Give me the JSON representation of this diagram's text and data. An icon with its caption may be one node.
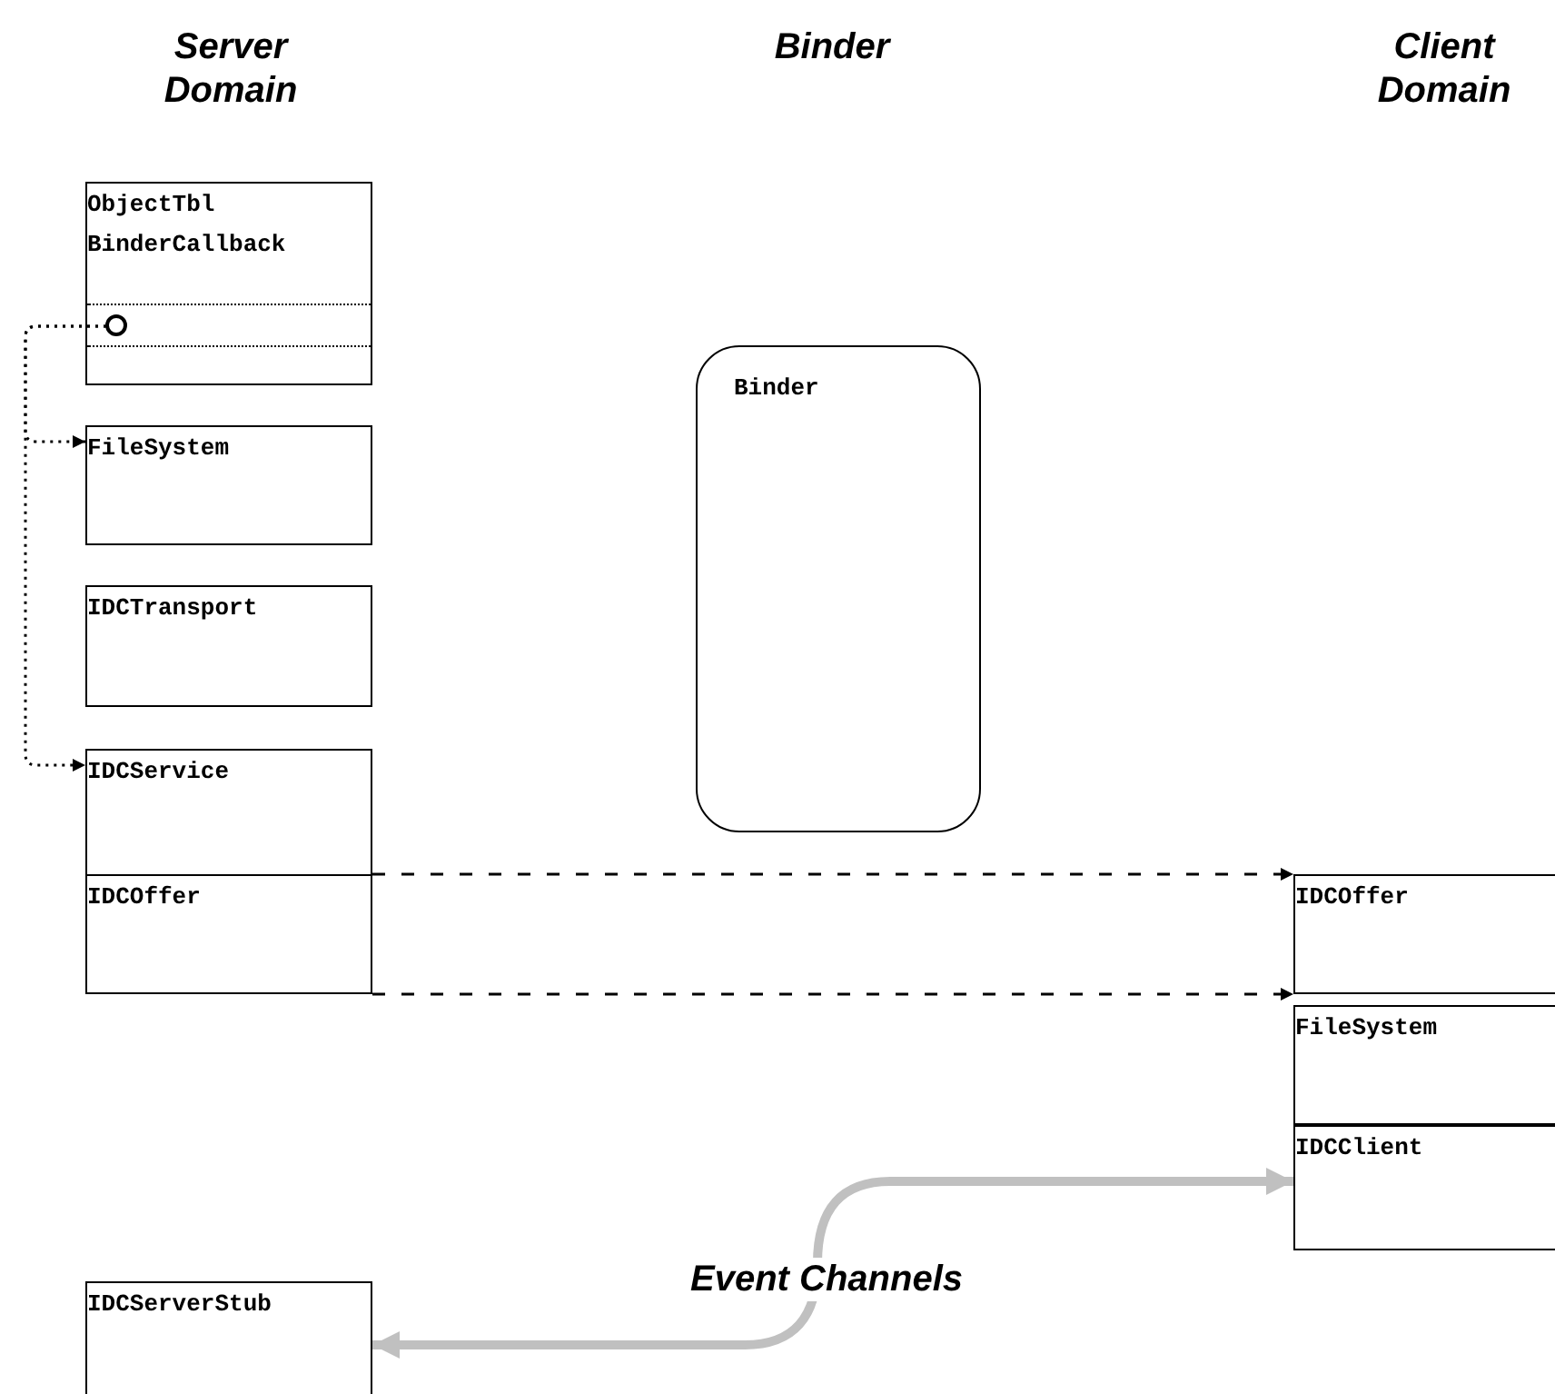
{
  "diagram": {
    "nodes": [
      {
        "text": [
          "ObjectTbl",
          "BinderCallback"
        ]
      },
      {
        "text": [],
        "shape": "circle",
        "in": 0
      },
      {
        "text": [
          "FileSystem"
        ]
      },
      {
        "text": [
          "IDCTransport"
        ]
      },
      {
        "text": [
          "IDCService"
        ]
      },
      {
        "text": [
          "IDCOffer"
        ]
      },
      {
        "text": [
          "Binder"
        ]
      },
      {
        "text": [
          "IDCOffer"
        ]
      },
      {
        "text": [
          "FileSystem"
        ]
      },
      {
        "text": [
          "IDCClient"
        ]
      },
      {
        "text": [
          "IDCServerStub"
        ]
      }
    ],
    "edges": [
      {
        "from": 1,
        "to": 2,
        "arrow": "to",
        "style": "dashed"
      },
      {
        "from": 1,
        "to": 4,
        "arrow": "to",
        "style": "dashed"
      },
      {
        "from": 5,
        "to": 7,
        "arrow": "to",
        "style": "dashed"
      },
      {
        "from": 5,
        "to": 7,
        "arrow": "to",
        "style": "dashed"
      },
      {
        "from": 9,
        "to": 10,
        "arrow": "both",
        "label": "Event Channels",
        "style": "thick",
        "color": "#c0c0c0"
      }
    ],
    "labels": [
      "Server Domain",
      "Binder",
      "Client Domain"
    ]
  }
}
